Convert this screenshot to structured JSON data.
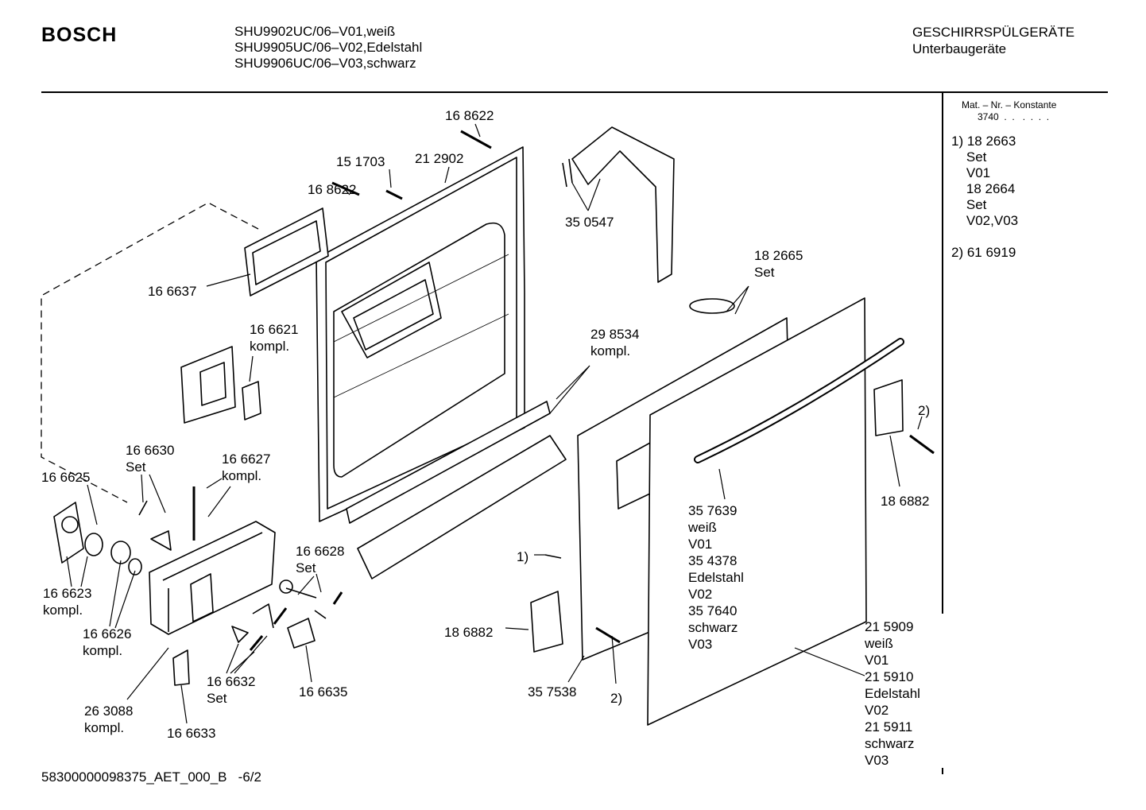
{
  "header": {
    "brand": "BOSCH",
    "models": "SHU9902UC/06–V01,weiß\nSHU9905UC/06–V02,Edelstahl\nSHU9906UC/06–V03,schwarz",
    "category": "GESCHIRRSPÜLGERÄTE\nUnterbaugeräte"
  },
  "sidebar": {
    "heading": "Mat. – Nr. – Konstante\n      3740  .  .   .  .  .  .",
    "notes": "1) 18 2663\n    Set\n    V01\n    18 2664\n    Set\n    V02,V03\n\n2) 61 6919"
  },
  "parts": [
    {
      "id": "p1",
      "text": "16 8622"
    },
    {
      "id": "p2",
      "text": "15 1703"
    },
    {
      "id": "p3",
      "text": "21 2902"
    },
    {
      "id": "p4",
      "text": "16 8622"
    },
    {
      "id": "p5",
      "text": "35 0547"
    },
    {
      "id": "p6",
      "text": "16 6637"
    },
    {
      "id": "p7",
      "text": "16 6621\nkompl."
    },
    {
      "id": "p8",
      "text": "18 2665\nSet"
    },
    {
      "id": "p9",
      "text": "29 8534\nkompl."
    },
    {
      "id": "p10",
      "text": "16 6630\nSet"
    },
    {
      "id": "p11",
      "text": "16 6627\nkompl."
    },
    {
      "id": "p12",
      "text": "16 6625"
    },
    {
      "id": "p13",
      "text": "2)"
    },
    {
      "id": "p14",
      "text": "18 6882"
    },
    {
      "id": "p15",
      "text": "35 7639\nweiß\nV01\n35 4378\nEdelstahl\nV02\n35 7640\nschwarz\nV03"
    },
    {
      "id": "p16",
      "text": "16 6628\nSet"
    },
    {
      "id": "p17",
      "text": "1)"
    },
    {
      "id": "p18",
      "text": "16 6623\nkompl."
    },
    {
      "id": "p19",
      "text": "16 6626\nkompl."
    },
    {
      "id": "p20",
      "text": "18 6882"
    },
    {
      "id": "p21",
      "text": "21 5909\nweiß\nV01\n21 5910\nEdelstahl\nV02\n21 5911\nschwarz\nV03"
    },
    {
      "id": "p22",
      "text": "16 6632\nSet"
    },
    {
      "id": "p23",
      "text": "16 6635"
    },
    {
      "id": "p24",
      "text": "35 7538"
    },
    {
      "id": "p25",
      "text": "2)"
    },
    {
      "id": "p26",
      "text": "26 3088\nkompl."
    },
    {
      "id": "p27",
      "text": "16 6633"
    }
  ],
  "footer": {
    "code": "58300000098375_AET_000_B   -6/2"
  }
}
